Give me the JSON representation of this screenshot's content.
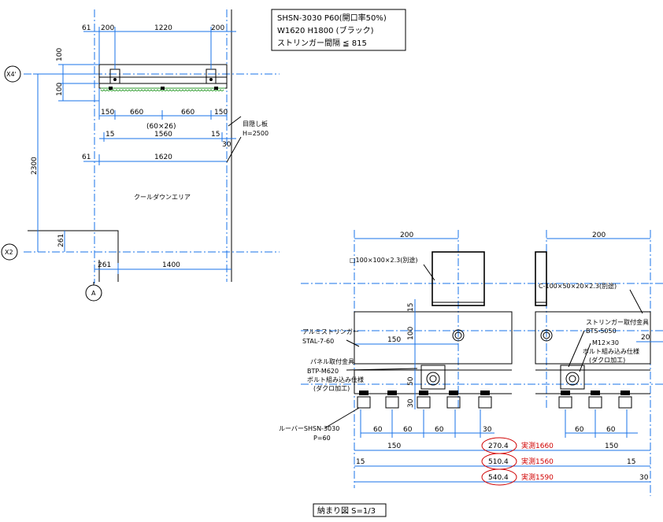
{
  "spec_box": {
    "line1": "SHSN-3030 P60(開口率50%)",
    "line2": "W1620 H1800 (ブラック)",
    "line3": "ストリンガー間隔 ≦ 815"
  },
  "grid": {
    "x4": "X4'",
    "x2": "X2",
    "a": "A"
  },
  "plan_dims": {
    "top_61": "61",
    "top_200a": "200",
    "top_1220": "1220",
    "top_200b": "200",
    "v_100a": "100",
    "v_100b": "100",
    "row_150a": "150",
    "row_660a": "660",
    "row_660b": "660",
    "row_150b": "150",
    "pitch": "(60×26)",
    "row_15a": "15",
    "row_1560": "1560",
    "row_15b": "15",
    "v_30": "30",
    "row_61": "61",
    "row_1620": "1620",
    "v_2300": "2300",
    "v_261": "261",
    "bot_261": "261",
    "bot_1400": "1400"
  },
  "plan_labels": {
    "screen": "目隠し板",
    "screen_h": "H=2500",
    "cool_area": "クールダウンエリア"
  },
  "detail_dims": {
    "top_200a": "200",
    "top_200b": "200",
    "v_15": "15",
    "v_100": "100",
    "h_150": "150",
    "v_50": "50",
    "v_30": "30",
    "h_20": "20",
    "p60a": "60",
    "p60b": "60",
    "p60c": "60",
    "p30": "30",
    "p60d": "60",
    "p60e": "60",
    "r150a": "150",
    "r150b": "150",
    "r15a": "15",
    "r15b": "15",
    "r30": "30"
  },
  "detail_labels": {
    "post": "□100×100×2.3(別途)",
    "c_channel": "C-100×50×20×2.3(別途)",
    "stringer_title": "アルミストリンガー",
    "stringer_code": "STAL-7-60",
    "bt_title": "パネル取付金具",
    "bt_code": "BTP-M620",
    "bt_note1": "ボルト組み込み仕様",
    "bt_note2": "(ダクロ加工)",
    "bts_title": "ストリンガー取付金具",
    "bts_code": "BTS-5050",
    "m12": "M12×30",
    "m12_note1": "ボルト組み込み仕様",
    "m12_note2": "(ダクロ加工)",
    "louver_title": "ルーバーSHSN-3030",
    "louver_pitch": "P=60"
  },
  "callouts": {
    "c1_value": "270.4",
    "c1_text": "実測1660",
    "c2_value": "510.4",
    "c2_text": "実測1560",
    "c3_value": "540.4",
    "c3_text": "実測1590"
  },
  "caption": "納まり図 S=1/3",
  "colors": {
    "dimension": "#1a73e8",
    "callout": "#d00000",
    "louver_edge": "#2a9a2a"
  }
}
